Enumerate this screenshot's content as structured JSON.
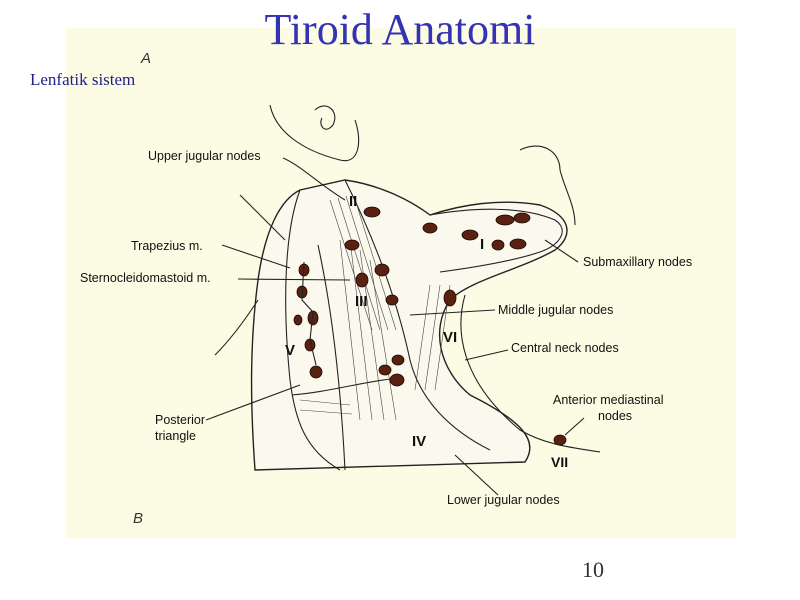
{
  "slide": {
    "title": "Tiroid Anatomi",
    "subtitle": "Lenfatik sistem",
    "page_number": "10"
  },
  "figure": {
    "panel_labels": [
      "A",
      "B"
    ],
    "labels": {
      "upper_jugular": "Upper jugular nodes",
      "trapezius": "Trapezius m.",
      "sternocleidomastoid": "Sternocleidomastoid m.",
      "posterior_triangle_1": "Posterior",
      "posterior_triangle_2": "triangle",
      "submaxillary": "Submaxillary nodes",
      "middle_jugular": "Middle jugular nodes",
      "central_neck": "Central neck nodes",
      "anterior_mediastinal_1": "Anterior mediastinal",
      "anterior_mediastinal_2": "nodes",
      "lower_jugular": "Lower jugular nodes"
    },
    "levels": [
      "I",
      "II",
      "III",
      "IV",
      "V",
      "VI",
      "VII"
    ]
  }
}
